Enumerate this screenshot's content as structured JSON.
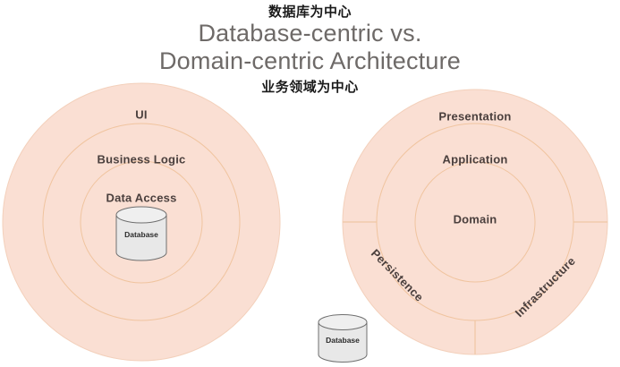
{
  "title": {
    "line1": "Database-centric vs.",
    "line2": "Domain-centric Architecture"
  },
  "annotations": {
    "top_cn": "数据库为中心",
    "bottom_cn": "业务领域为中心"
  },
  "colors": {
    "ring_fill": "#fadfd3",
    "ring_stroke": "#f0c9a8",
    "label_text": "#4a3f3d",
    "title_text": "#6e6a68",
    "annotation_text": "#1b1b1b",
    "cylinder_fill": "#e8e8e8",
    "cylinder_stroke": "#6f6f6f",
    "background": "#ffffff"
  },
  "chart_data": {
    "type": "diagram",
    "title": "Database-centric vs. Domain-centric Architecture",
    "diagrams": [
      {
        "id": "database-centric",
        "annotation": "数据库为中心",
        "center": [
          158,
          248
        ],
        "rings": [
          {
            "label": "UI",
            "radius": 155,
            "label_y": 128
          },
          {
            "label": "Business Logic",
            "radius": 110,
            "label_y": 178
          },
          {
            "label": "Data Access",
            "radius": 68,
            "label_y": 221
          }
        ],
        "center_node": {
          "label": "Database",
          "shape": "cylinder"
        },
        "sectors": []
      },
      {
        "id": "domain-centric",
        "annotation": "业务领域为中心",
        "center": [
          531,
          248
        ],
        "rings": [
          {
            "label": "Presentation",
            "radius": 148,
            "label_y": 130
          },
          {
            "label": "Application",
            "radius": 110,
            "label_y": 178
          },
          {
            "label": "Domain",
            "radius": 67,
            "label_y": 245
          }
        ],
        "center_node": null,
        "sectors": [
          {
            "label": "Persistence",
            "angle_deg": 45,
            "position": [
              446,
              322
            ]
          },
          {
            "label": "Infrastructure",
            "angle_deg": -45,
            "position": [
              614,
              330
            ]
          }
        ]
      }
    ],
    "external_nodes": [
      {
        "label": "Database",
        "shape": "cylinder",
        "position": [
          383,
          376
        ]
      }
    ]
  },
  "left": {
    "ring_ui": "UI",
    "ring_business_logic": "Business Logic",
    "ring_data_access": "Data Access",
    "database": "Database"
  },
  "right": {
    "ring_presentation": "Presentation",
    "ring_application": "Application",
    "ring_domain": "Domain",
    "sector_persistence": "Persistence",
    "sector_infrastructure": "Infrastructure"
  },
  "bottom_node": {
    "database": "Database"
  }
}
